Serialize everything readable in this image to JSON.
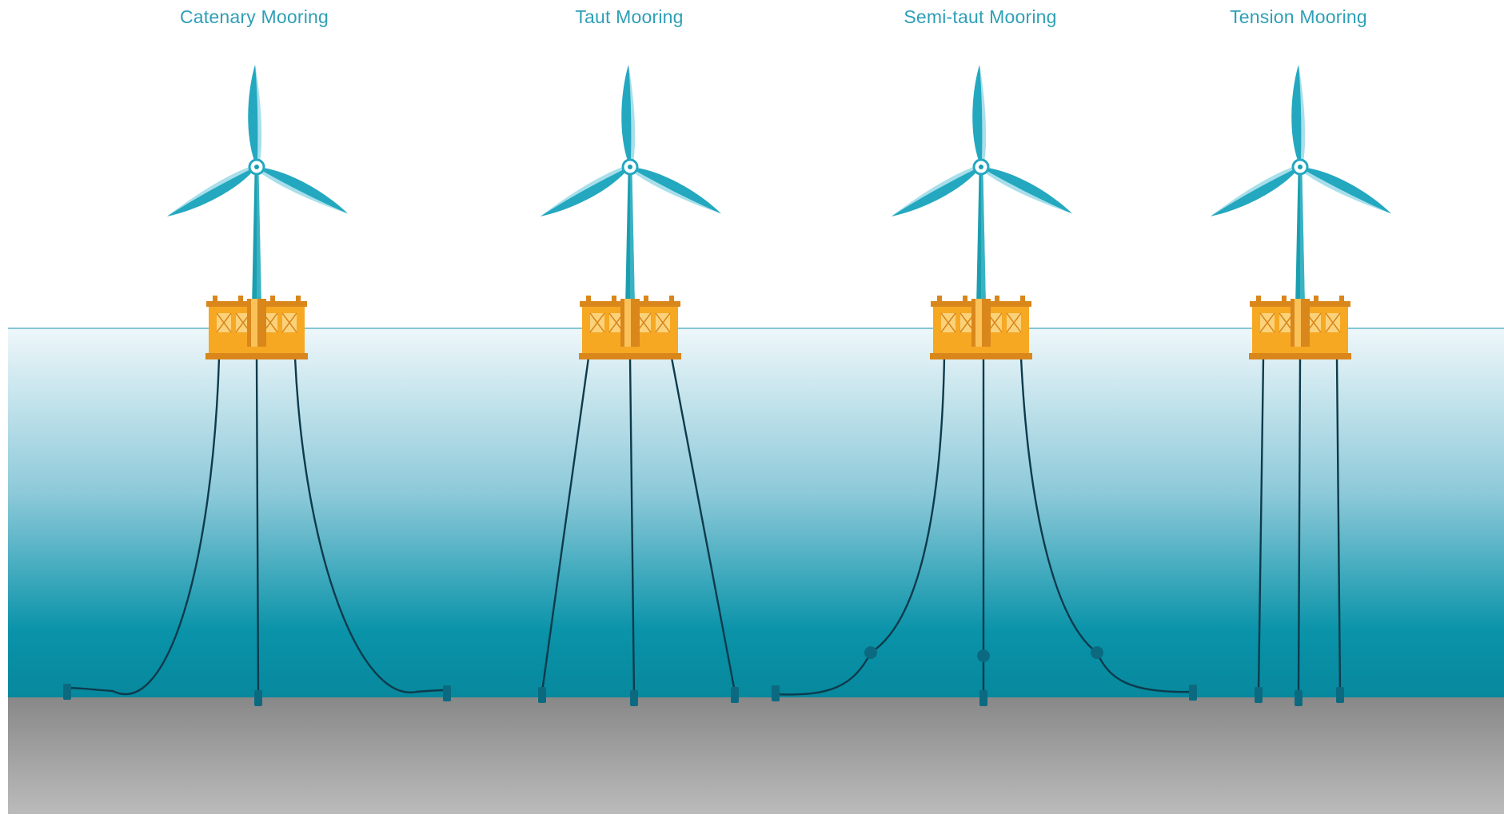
{
  "diagram": {
    "labels": [
      "Catenary Mooring",
      "Taut Mooring",
      "Semi-taut Mooring",
      "Tension Mooring"
    ],
    "colors": {
      "label": "#2e9fb6",
      "sky": "#ffffff",
      "water_top": "#eef7fa",
      "water_mid": "#8cc9d9",
      "water_bottom": "#0a93a9",
      "seabed_top": "#888888",
      "seabed_bottom": "#bbbbbb",
      "platform": "#f6a823",
      "platform_dark": "#d9861a",
      "tower": "#1b9fb0",
      "blade": "#23a8c0",
      "blade_light": "#bfe9f1",
      "mooring_line": "#0d3b4c",
      "anchor": "#0c6a80"
    },
    "icons": [
      "wind-turbine-icon",
      "floating-platform-icon",
      "anchor-icon",
      "buoy-icon"
    ]
  }
}
